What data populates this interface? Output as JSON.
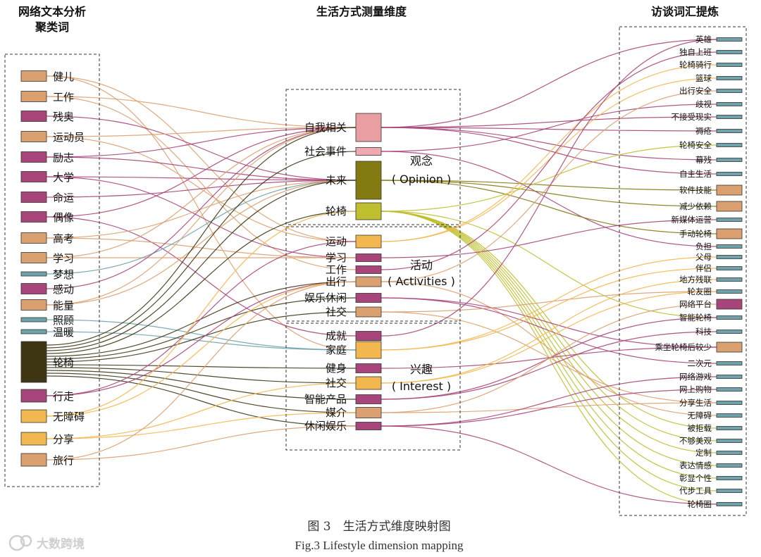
{
  "headers": {
    "left": [
      "网络文本分析",
      "聚类词"
    ],
    "middle": "生活方式测量维度",
    "right": "访谈词汇提炼"
  },
  "colors": {
    "orange": "#dba070",
    "magenta": "#a8457a",
    "teal": "#6fa3ac",
    "yellow": "#f2b84f",
    "dark": "#3f3714",
    "pink": "#e99ea1",
    "olive": "#847a12",
    "lime": "#bfbf30",
    "lightpink": "#efaab1"
  },
  "left_nodes": [
    {
      "label": "健儿",
      "color": "orange"
    },
    {
      "label": "工作",
      "color": "orange"
    },
    {
      "label": "残奥",
      "color": "magenta"
    },
    {
      "label": "运动员",
      "color": "orange"
    },
    {
      "label": "励志",
      "color": "magenta"
    },
    {
      "label": "大学",
      "color": "magenta"
    },
    {
      "label": "命运",
      "color": "magenta"
    },
    {
      "label": "偶像",
      "color": "magenta"
    },
    {
      "label": "高考",
      "color": "orange"
    },
    {
      "label": "学习",
      "color": "orange"
    },
    {
      "label": "梦想",
      "color": "teal"
    },
    {
      "label": "感动",
      "color": "magenta"
    },
    {
      "label": "能量",
      "color": "orange"
    },
    {
      "label": "照顾",
      "color": "teal"
    },
    {
      "label": "温暖",
      "color": "teal"
    },
    {
      "label": "轮椅",
      "color": "dark"
    },
    {
      "label": "行走",
      "color": "magenta"
    },
    {
      "label": "无障碍",
      "color": "yellow"
    },
    {
      "label": "分享",
      "color": "yellow"
    },
    {
      "label": "旅行",
      "color": "orange"
    }
  ],
  "middle_nodes": [
    {
      "label": "自我相关",
      "color": "pink"
    },
    {
      "label": "社会事件",
      "color": "lightpink"
    },
    {
      "label": "未来",
      "color": "olive"
    },
    {
      "label": "轮椅",
      "color": "lime"
    },
    {
      "label": "运动",
      "color": "yellow"
    },
    {
      "label": "学习",
      "color": "magenta"
    },
    {
      "label": "工作",
      "color": "magenta"
    },
    {
      "label": "出行",
      "color": "orange"
    },
    {
      "label": "娱乐休闲",
      "color": "magenta"
    },
    {
      "label": "社交",
      "color": "orange"
    },
    {
      "label": "成就",
      "color": "magenta"
    },
    {
      "label": "家庭",
      "color": "yellow"
    },
    {
      "label": "健身",
      "color": "magenta"
    },
    {
      "label": "社交",
      "color": "yellow"
    },
    {
      "label": "智能产品",
      "color": "magenta"
    },
    {
      "label": "媒介",
      "color": "orange"
    },
    {
      "label": "休闲娱乐",
      "color": "magenta"
    }
  ],
  "groups": [
    {
      "name": "观念",
      "en": "( Opinion )"
    },
    {
      "name": "活动",
      "en": "( Activities )"
    },
    {
      "name": "兴趣",
      "en": "( Interest )"
    }
  ],
  "right_nodes": [
    {
      "label": "英雄",
      "color": "teal"
    },
    {
      "label": "独自上班",
      "color": "teal"
    },
    {
      "label": "轮椅骑行",
      "color": "teal"
    },
    {
      "label": "篮球",
      "color": "teal"
    },
    {
      "label": "出行安全",
      "color": "teal"
    },
    {
      "label": "歧视",
      "color": "teal"
    },
    {
      "label": "不接受现实",
      "color": "teal"
    },
    {
      "label": "褥疮",
      "color": "teal"
    },
    {
      "label": "轮椅安全",
      "color": "teal"
    },
    {
      "label": "幕残",
      "color": "teal"
    },
    {
      "label": "自主生活",
      "color": "teal"
    },
    {
      "label": "软件技能",
      "color": "orange"
    },
    {
      "label": "减少依赖",
      "color": "orange"
    },
    {
      "label": "新媒体运营",
      "color": "teal"
    },
    {
      "label": "手动轮椅",
      "color": "orange"
    },
    {
      "label": "负担",
      "color": "teal"
    },
    {
      "label": "父母",
      "color": "teal"
    },
    {
      "label": "伴侣",
      "color": "teal"
    },
    {
      "label": "地方残联",
      "color": "teal"
    },
    {
      "label": "轮友圈",
      "color": "teal"
    },
    {
      "label": "网络平台",
      "color": "magenta"
    },
    {
      "label": "智能轮椅",
      "color": "teal"
    },
    {
      "label": "科技",
      "color": "teal"
    },
    {
      "label": "乘坐轮椅后较少",
      "color": "orange"
    },
    {
      "label": "二次元",
      "color": "teal"
    },
    {
      "label": "网络游戏",
      "color": "teal"
    },
    {
      "label": "网上购物",
      "color": "teal"
    },
    {
      "label": "分享生活",
      "color": "teal"
    },
    {
      "label": "无障碍",
      "color": "teal"
    },
    {
      "label": "被拒载",
      "color": "teal"
    },
    {
      "label": "不够美观",
      "color": "teal"
    },
    {
      "label": "定制",
      "color": "teal"
    },
    {
      "label": "表达情感",
      "color": "teal"
    },
    {
      "label": "彰显个性",
      "color": "teal"
    },
    {
      "label": "代步工具",
      "color": "teal"
    },
    {
      "label": "轮椅圈",
      "color": "teal"
    }
  ],
  "left_links": [
    {
      "from": 0,
      "to": 4,
      "color": "orange"
    },
    {
      "from": 0,
      "to": 11,
      "color": "orange"
    },
    {
      "from": 1,
      "to": 6,
      "color": "orange"
    },
    {
      "from": 1,
      "to": 0,
      "color": "orange"
    },
    {
      "from": 2,
      "to": 2,
      "color": "magenta"
    },
    {
      "from": 3,
      "to": 4,
      "color": "orange"
    },
    {
      "from": 3,
      "to": 0,
      "color": "orange"
    },
    {
      "from": 4,
      "to": 0,
      "color": "magenta"
    },
    {
      "from": 4,
      "to": 2,
      "color": "magenta"
    },
    {
      "from": 5,
      "to": 5,
      "color": "magenta"
    },
    {
      "from": 5,
      "to": 2,
      "color": "magenta"
    },
    {
      "from": 6,
      "to": 2,
      "color": "magenta"
    },
    {
      "from": 7,
      "to": 0,
      "color": "magenta"
    },
    {
      "from": 7,
      "to": 10,
      "color": "magenta"
    },
    {
      "from": 8,
      "to": 5,
      "color": "orange"
    },
    {
      "from": 8,
      "to": 2,
      "color": "orange"
    },
    {
      "from": 9,
      "to": 5,
      "color": "orange"
    },
    {
      "from": 9,
      "to": 0,
      "color": "orange"
    },
    {
      "from": 10,
      "to": 2,
      "color": "teal"
    },
    {
      "from": 11,
      "to": 0,
      "color": "magenta"
    },
    {
      "from": 12,
      "to": 2,
      "color": "orange"
    },
    {
      "from": 12,
      "to": 0,
      "color": "orange"
    },
    {
      "from": 13,
      "to": 11,
      "color": "teal"
    },
    {
      "from": 14,
      "to": 11,
      "color": "teal"
    },
    {
      "from": 15,
      "to": 0,
      "color": "dark"
    },
    {
      "from": 15,
      "to": 1,
      "color": "dark"
    },
    {
      "from": 15,
      "to": 2,
      "color": "dark"
    },
    {
      "from": 15,
      "to": 3,
      "color": "dark"
    },
    {
      "from": 15,
      "to": 7,
      "color": "dark"
    },
    {
      "from": 15,
      "to": 8,
      "color": "dark"
    },
    {
      "from": 15,
      "to": 9,
      "color": "dark"
    },
    {
      "from": 15,
      "to": 12,
      "color": "dark"
    },
    {
      "from": 15,
      "to": 13,
      "color": "dark"
    },
    {
      "from": 15,
      "to": 14,
      "color": "dark"
    },
    {
      "from": 15,
      "to": 15,
      "color": "dark"
    },
    {
      "from": 15,
      "to": 16,
      "color": "dark"
    },
    {
      "from": 16,
      "to": 4,
      "color": "magenta"
    },
    {
      "from": 16,
      "to": 7,
      "color": "magenta"
    },
    {
      "from": 17,
      "to": 7,
      "color": "yellow"
    },
    {
      "from": 17,
      "to": 3,
      "color": "yellow"
    },
    {
      "from": 18,
      "to": 13,
      "color": "yellow"
    },
    {
      "from": 18,
      "to": 15,
      "color": "yellow"
    },
    {
      "from": 19,
      "to": 7,
      "color": "orange"
    },
    {
      "from": 19,
      "to": 16,
      "color": "orange"
    }
  ],
  "right_links": [
    {
      "from": 0,
      "to": 0,
      "color": "magenta"
    },
    {
      "from": 0,
      "to": 6,
      "color": "magenta"
    },
    {
      "from": 0,
      "to": 7,
      "color": "magenta"
    },
    {
      "from": 0,
      "to": 9,
      "color": "magenta"
    },
    {
      "from": 0,
      "to": 10,
      "color": "magenta"
    },
    {
      "from": 1,
      "to": 5,
      "color": "magenta"
    },
    {
      "from": 1,
      "to": 15,
      "color": "magenta"
    },
    {
      "from": 2,
      "to": 11,
      "color": "olive"
    },
    {
      "from": 2,
      "to": 12,
      "color": "olive"
    },
    {
      "from": 2,
      "to": 14,
      "color": "olive"
    },
    {
      "from": 3,
      "to": 8,
      "color": "lime"
    },
    {
      "from": 3,
      "to": 21,
      "color": "lime"
    },
    {
      "from": 3,
      "to": 29,
      "color": "lime"
    },
    {
      "from": 3,
      "to": 30,
      "color": "lime"
    },
    {
      "from": 3,
      "to": 31,
      "color": "lime"
    },
    {
      "from": 3,
      "to": 32,
      "color": "lime"
    },
    {
      "from": 3,
      "to": 33,
      "color": "lime"
    },
    {
      "from": 3,
      "to": 34,
      "color": "lime"
    },
    {
      "from": 3,
      "to": 35,
      "color": "lime"
    },
    {
      "from": 4,
      "to": 2,
      "color": "yellow"
    },
    {
      "from": 4,
      "to": 3,
      "color": "yellow"
    },
    {
      "from": 5,
      "to": 13,
      "color": "magenta"
    },
    {
      "from": 6,
      "to": 1,
      "color": "magenta"
    },
    {
      "from": 7,
      "to": 4,
      "color": "orange"
    },
    {
      "from": 7,
      "to": 28,
      "color": "orange"
    },
    {
      "from": 8,
      "to": 23,
      "color": "magenta"
    },
    {
      "from": 8,
      "to": 24,
      "color": "magenta"
    },
    {
      "from": 9,
      "to": 19,
      "color": "orange"
    },
    {
      "from": 9,
      "to": 27,
      "color": "orange"
    },
    {
      "from": 10,
      "to": 0,
      "color": "magenta"
    },
    {
      "from": 11,
      "to": 16,
      "color": "yellow"
    },
    {
      "from": 11,
      "to": 17,
      "color": "yellow"
    },
    {
      "from": 12,
      "to": 23,
      "color": "magenta"
    },
    {
      "from": 13,
      "to": 18,
      "color": "yellow"
    },
    {
      "from": 13,
      "to": 19,
      "color": "yellow"
    },
    {
      "from": 14,
      "to": 22,
      "color": "magenta"
    },
    {
      "from": 14,
      "to": 21,
      "color": "magenta"
    },
    {
      "from": 15,
      "to": 20,
      "color": "orange"
    },
    {
      "from": 15,
      "to": 27,
      "color": "orange"
    },
    {
      "from": 16,
      "to": 25,
      "color": "magenta"
    },
    {
      "from": 16,
      "to": 26,
      "color": "magenta"
    },
    {
      "from": 16,
      "to": 35,
      "color": "magenta"
    }
  ],
  "caption": {
    "cn": "图 3　生活方式维度映射图",
    "en": "Fig.3 Lifestyle dimension mapping"
  },
  "watermark": "大数跨境"
}
